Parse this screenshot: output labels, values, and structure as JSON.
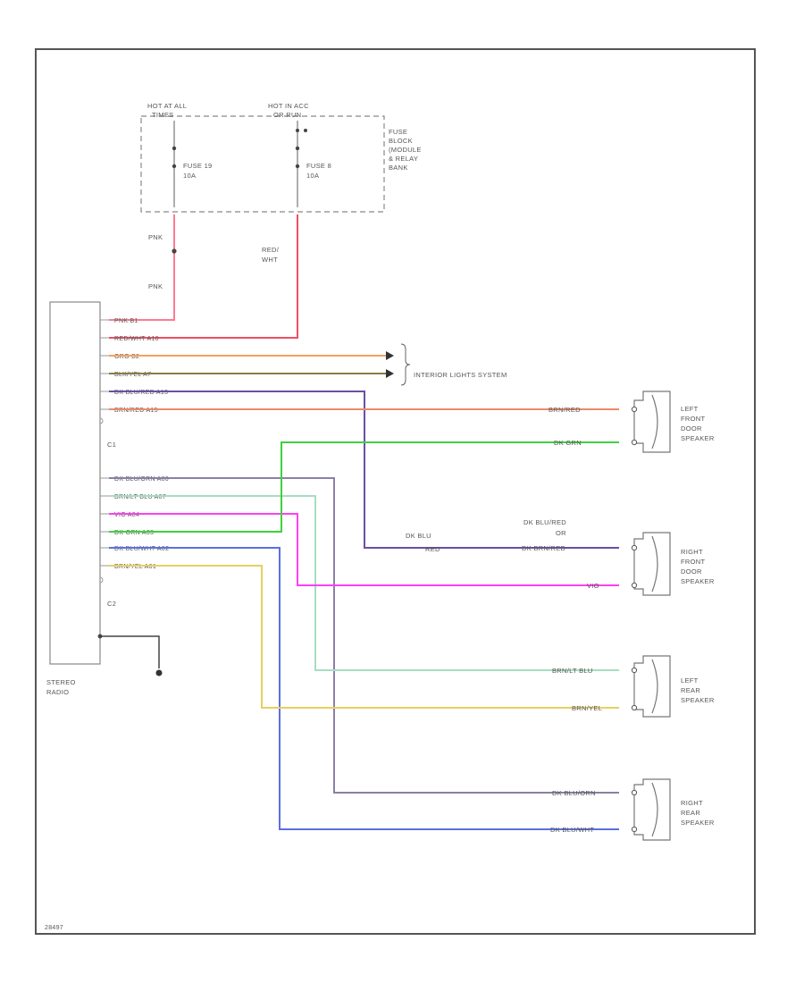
{
  "fuse_block": {
    "hot_at_all_times": [
      "HOT AT ALL",
      "TIMES"
    ],
    "hot_in_acc": [
      "HOT IN ACC",
      "OR RUN"
    ],
    "fuse1": [
      "FUSE 19",
      "10A"
    ],
    "fuse2": [
      "FUSE 8",
      "10A"
    ],
    "label": [
      "FUSE",
      "BLOCK",
      "(MODULE",
      "& RELAY",
      "BANK"
    ]
  },
  "feed_wires": {
    "pnk_top": "PNK",
    "pnk_bottom": "PNK",
    "red_wht": [
      "RED/",
      "WHT"
    ]
  },
  "radio": {
    "label": [
      "STEREO",
      "RADIO"
    ],
    "c1": "C1",
    "c2": "C2"
  },
  "c1_pins": [
    {
      "label": "PNK   B1",
      "color": "#ff6f8a"
    },
    {
      "label": "RED/WHT   A10",
      "color": "#ef4f64"
    },
    {
      "label": "ORG   B2",
      "color": "#f6a05a"
    },
    {
      "label": "BLK/YEL   A7",
      "color": "#857f3e"
    },
    {
      "label": "DK BLU/RED   A13",
      "color": "#6a4fa4"
    },
    {
      "label": "BRN/RED   A15",
      "color": "#ec8a6a"
    }
  ],
  "c2_pins": [
    {
      "label": "DK BLU/ORN   A06",
      "color": "#6f6aa0"
    },
    {
      "label": "BRN/LT BLU   A07",
      "color": "#8fd0b0"
    },
    {
      "label": "VIO   A04",
      "color": "#ff40f0"
    },
    {
      "label": "DK GRN   A03",
      "color": "#40d040"
    },
    {
      "label": "DK BLU/WHT   A02",
      "color": "#5a70e0"
    },
    {
      "label": "BRN/YEL   A01",
      "color": "#e6d060"
    }
  ],
  "interior_lights": "INTERIOR LIGHTS SYSTEM",
  "splice": {
    "left": [
      "DK BLU",
      "RED"
    ],
    "right": [
      "DK BLU/RED",
      "OR"
    ]
  },
  "speakers": [
    {
      "name": [
        "LEFT",
        "FRONT",
        "DOOR",
        "SPEAKER"
      ],
      "wire1": "BRN/RED",
      "wire2": "DK GRN"
    },
    {
      "name": [
        "RIGHT",
        "FRONT",
        "DOOR",
        "SPEAKER"
      ],
      "wire1": "DK BRN/RED",
      "wire2": "VIO"
    },
    {
      "name": [
        "LEFT",
        "REAR",
        "SPEAKER"
      ],
      "wire1": "BRN/LT BLU",
      "wire2": "BRN/YEL"
    },
    {
      "name": [
        "RIGHT",
        "REAR",
        "SPEAKER"
      ],
      "wire1": "DK BLU/ORN",
      "wire2": "DK BLU/WHT"
    }
  ],
  "footer_code": "28497"
}
